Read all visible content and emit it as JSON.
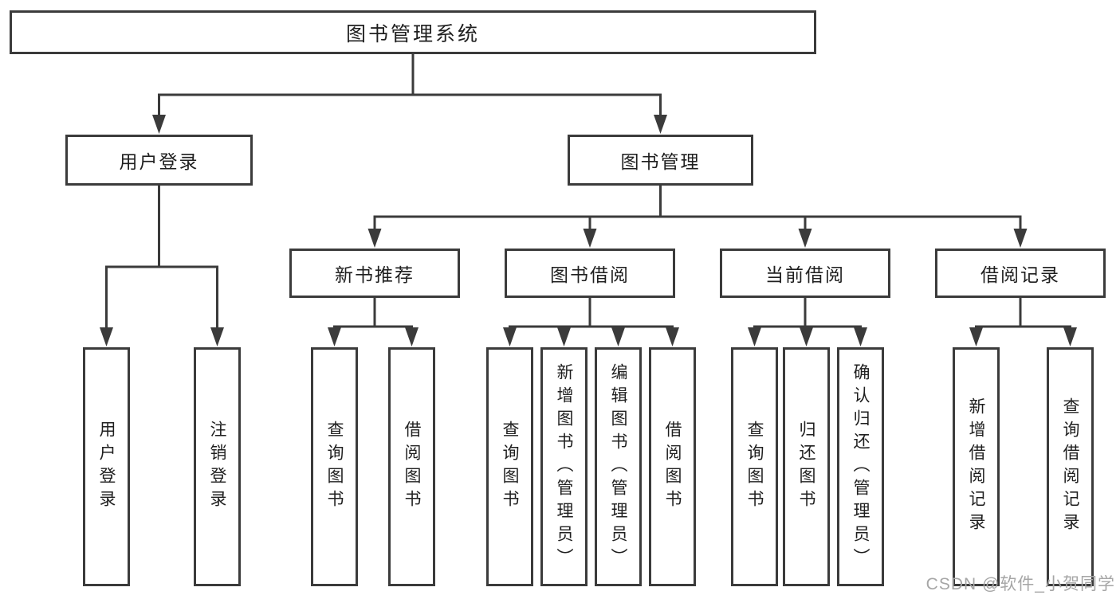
{
  "diagram_title": "图书管理系统",
  "tree": {
    "root": {
      "label": "图书管理系统"
    },
    "user_login": {
      "label": "用户登录",
      "leaves": [
        {
          "label": "用户登录"
        },
        {
          "label": "注销登录"
        }
      ]
    },
    "book_management": {
      "label": "图书管理",
      "sections": [
        {
          "label": "新书推荐",
          "leaves": [
            {
              "label": "查询图书"
            },
            {
              "label": "借阅图书"
            }
          ]
        },
        {
          "label": "图书借阅",
          "leaves": [
            {
              "label": "查询图书"
            },
            {
              "label": "新增图书（管理员）"
            },
            {
              "label": "编辑图书（管理员）"
            },
            {
              "label": "借阅图书"
            }
          ]
        },
        {
          "label": "当前借阅",
          "leaves": [
            {
              "label": "查询图书"
            },
            {
              "label": "归还图书"
            },
            {
              "label": "确认归还（管理员）"
            }
          ]
        },
        {
          "label": "借阅记录",
          "leaves": [
            {
              "label": "新增借阅记录"
            },
            {
              "label": "查询借阅记录"
            }
          ]
        }
      ]
    }
  },
  "watermark": "CSDN @软件_小贺同学",
  "colors": {
    "line": "#3b3b3b",
    "text": "#1f1f1f",
    "watermark": "#a6a6a6",
    "background": "#ffffff"
  }
}
